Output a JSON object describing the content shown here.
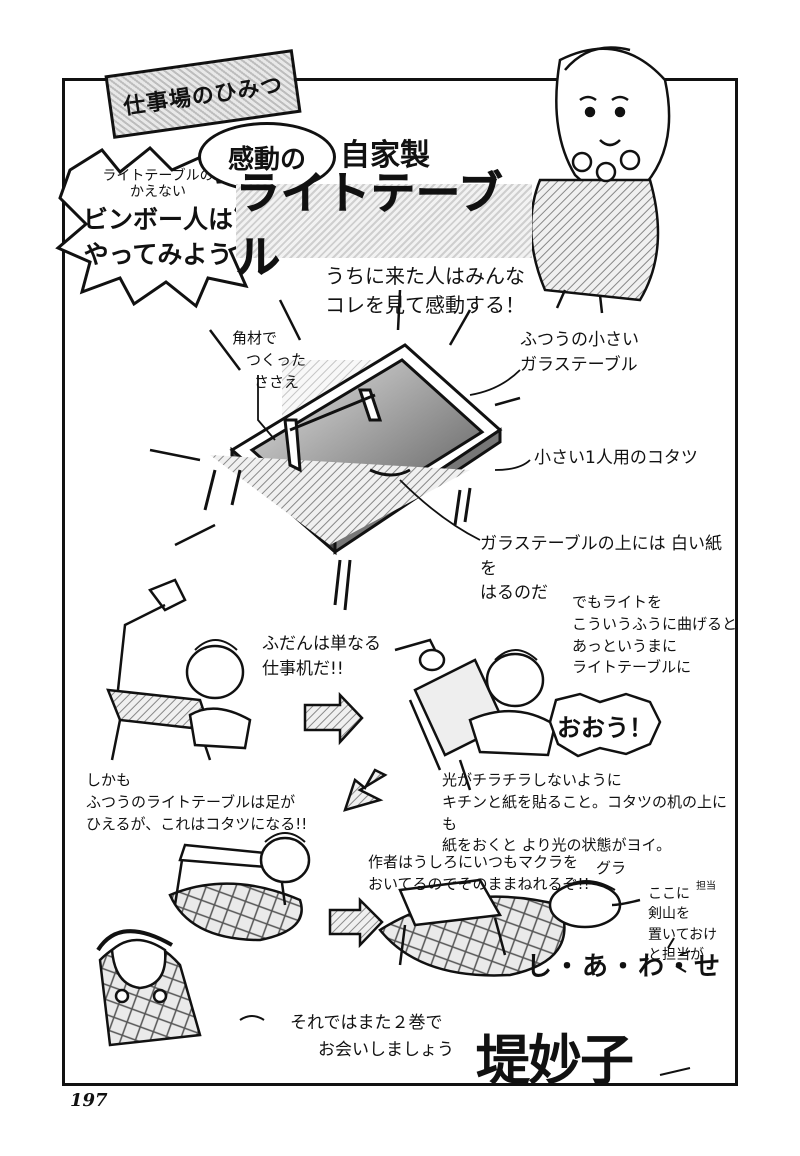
{
  "header": {
    "section_label": "仕事場のひみつ",
    "burst": {
      "line1": "ライトテーブルの",
      "line2": "かえない",
      "line3": "ビンボー人は",
      "line4": "やってみよう"
    },
    "title_kandou": "感動の",
    "title_jikasei": "自家製",
    "title_main": "ライトテーブル",
    "subtitle": [
      "うちに来た人はみんな",
      "コレを見て感動する！"
    ]
  },
  "diagram_labels": {
    "support": [
      "角材で",
      "つくった",
      "ささえ"
    ],
    "glass_table": [
      "ふつうの小さい",
      "ガラステーブル"
    ],
    "kotatsu": "小さい1人用のコタツ",
    "paper": [
      "ガラステーブルの上には 白い紙を",
      "はるのだ"
    ]
  },
  "panels": {
    "normal": [
      "ふだんは単なる",
      "仕事机だ!!"
    ],
    "bend": [
      "でもライトを",
      "こういうふうに曲げると",
      "あっというまに",
      "ライトテーブルに"
    ],
    "ooh": "おおう！",
    "warm": [
      "しかも",
      "ふつうのライトテーブルは足が",
      "ひえるが、これはコタツになる!!"
    ],
    "tip": [
      "光がチラチラしないように",
      "キチンと紙を貼ること。コタツの机の上にも",
      "紙をおくと より光の状態がヨイ。"
    ],
    "pillow": [
      "作者はうしろにいつもマクラを",
      "おいてるのでそのままねれるぞ!!"
    ],
    "gura": "グラ",
    "sword": [
      "ここに",
      "剣山を",
      "置いておけ",
      "と担当が"
    ],
    "sword_tag": "担当",
    "shiawase": "し・あ・わ・せ"
  },
  "footer": {
    "closing": [
      "それではまた２巻で",
      "お会いしましょう"
    ],
    "signature": "堤妙子",
    "page_number": "197"
  }
}
